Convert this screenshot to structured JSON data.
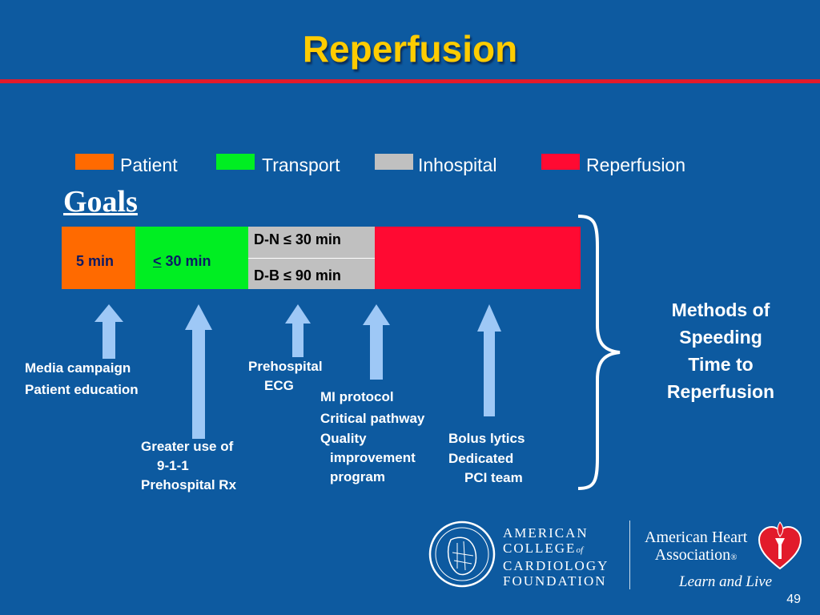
{
  "slide": {
    "title": "Reperfusion",
    "goals_heading": "Goals",
    "page_number": "49"
  },
  "legend": [
    {
      "label": "Patient",
      "color": "#ff6a00"
    },
    {
      "label": "Transport",
      "color": "#00ee22"
    },
    {
      "label": "Inhospital",
      "color": "#c0c0c0"
    },
    {
      "label": "Reperfusion",
      "color": "#ff0a32"
    }
  ],
  "timeline": {
    "patient_label": "5 min",
    "transport_symbol": "<",
    "transport_value": " 30 min",
    "inhospital_top": "D-N ≤ 30 min",
    "inhospital_bottom": "D-B ≤ 90 min"
  },
  "annotations": {
    "patient": [
      "Media campaign",
      "Patient education"
    ],
    "transport": [
      "Greater use of",
      "9-1-1",
      "Prehospital Rx"
    ],
    "prehospital_ecg": [
      "Prehospital",
      "ECG"
    ],
    "inhospital": [
      "MI protocol",
      "Critical pathway",
      "Quality",
      "improvement",
      "program"
    ],
    "reperfusion": [
      "Bolus lytics",
      "Dedicated",
      "PCI team"
    ]
  },
  "methods": [
    "Methods of",
    "Speeding",
    "Time to",
    "Reperfusion"
  ],
  "logos": {
    "acc_lines": [
      "AMERICAN",
      "COLLEGE",
      "of",
      "CARDIOLOGY",
      "FOUNDATION"
    ],
    "aha_name_1": "American Heart",
    "aha_name_2": "Association",
    "aha_tagline": "Learn and Live"
  }
}
